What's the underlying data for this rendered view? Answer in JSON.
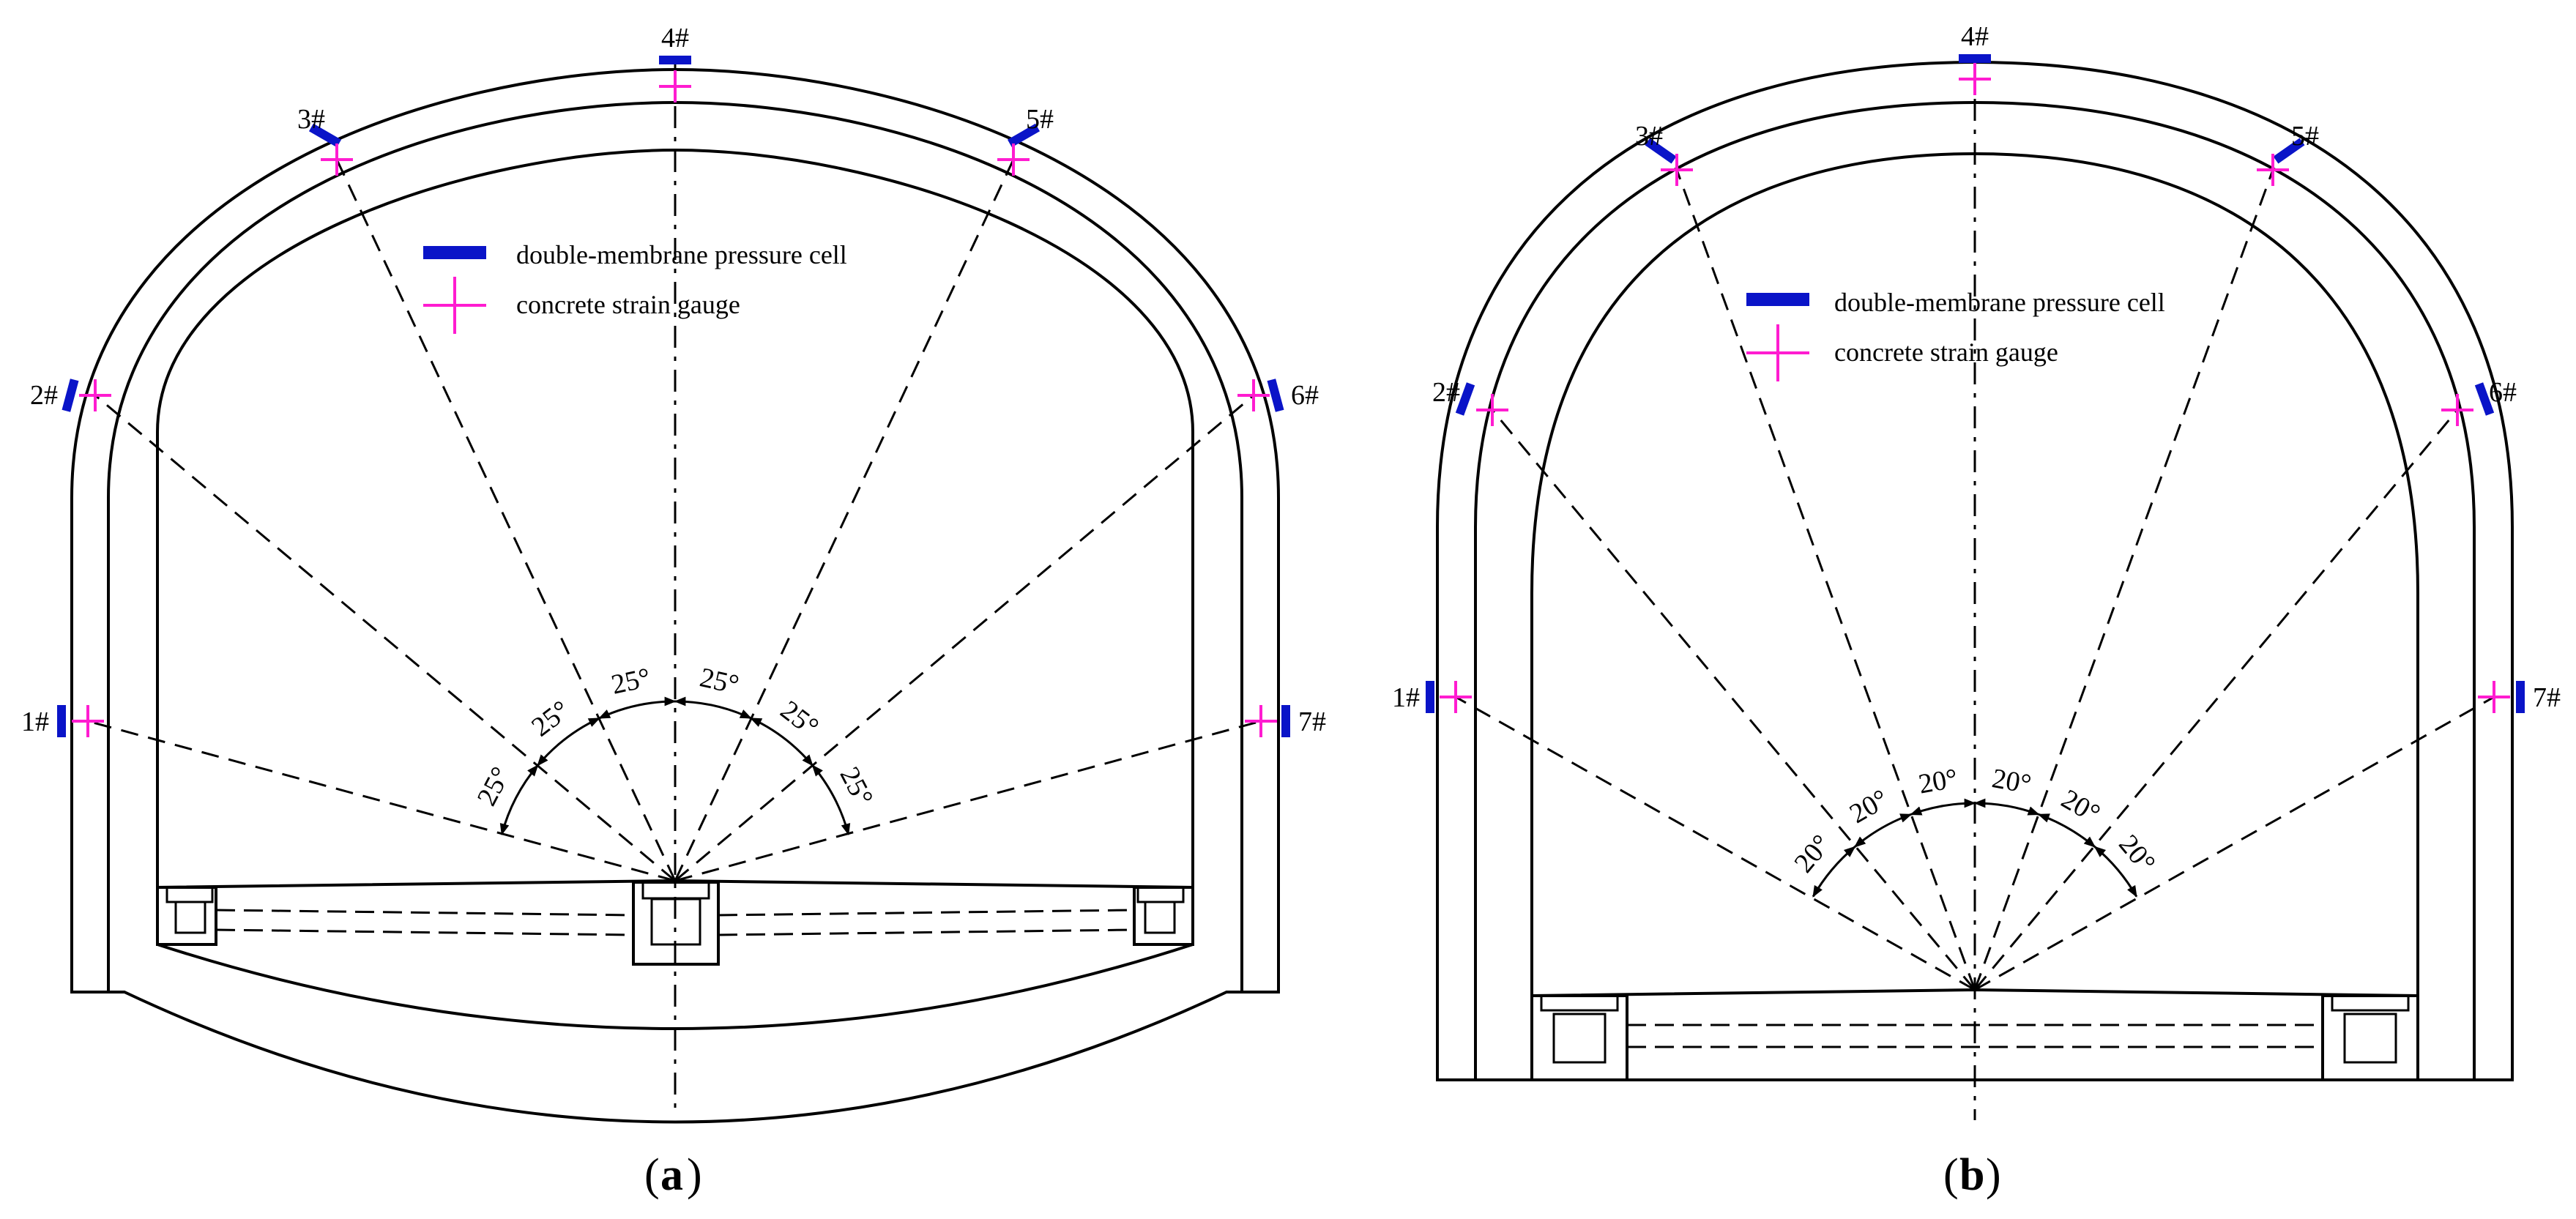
{
  "colors": {
    "pressure_cell": "#0a14c8",
    "strain_gauge": "#ff1cd0",
    "line": "#000000"
  },
  "legend": {
    "pressure_cell_label": "double-membrane pressure cell",
    "strain_gauge_label": "concrete strain gauge",
    "pressure_cell_icon": "blue-bar",
    "strain_gauge_icon": "magenta-cross"
  },
  "panels": [
    {
      "caption_letter": "a",
      "angle_label": "25°",
      "angle_step_deg": 25,
      "points": [
        "1#",
        "2#",
        "3#",
        "4#",
        "5#",
        "6#",
        "7#"
      ]
    },
    {
      "caption_letter": "b",
      "angle_label": "20°",
      "angle_step_deg": 20,
      "points": [
        "1#",
        "2#",
        "3#",
        "4#",
        "5#",
        "6#",
        "7#"
      ]
    }
  ]
}
